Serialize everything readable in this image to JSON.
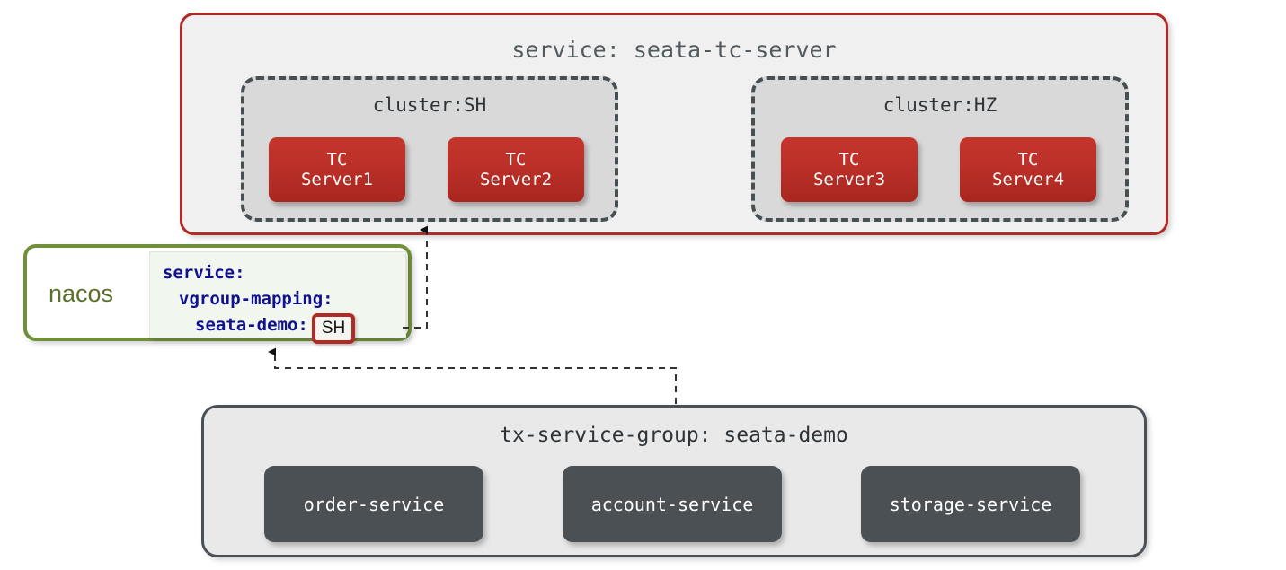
{
  "service_container": {
    "title": "service: seata-tc-server",
    "border_color": "#b02b26",
    "background": "#f0f0f0",
    "clusters": [
      {
        "title": "cluster:SH",
        "nodes": [
          {
            "line1": "TC",
            "line2": "Server1"
          },
          {
            "line1": "TC",
            "line2": "Server2"
          }
        ]
      },
      {
        "title": "cluster:HZ",
        "nodes": [
          {
            "line1": "TC",
            "line2": "Server3"
          },
          {
            "line1": "TC",
            "line2": "Server4"
          }
        ]
      }
    ],
    "node_color": "#bb3029"
  },
  "nacos": {
    "label": "nacos",
    "label_color": "#5a6f2c",
    "border_color": "#6f8f3a",
    "config": {
      "line1_key": "service",
      "line1_colon": ":",
      "line2_key": "vgroup-mapping",
      "line2_colon": ":",
      "line3_key": "seata-demo",
      "line3_colon": ":",
      "line3_value": "SH",
      "text_color": "#11118f",
      "value_border_color": "#b02b26"
    }
  },
  "tx_service_group": {
    "title": "tx-service-group: seata-demo",
    "border_color": "#4a5055",
    "background": "#e9e9e9",
    "services": [
      {
        "label": "order-service"
      },
      {
        "label": "account-service"
      },
      {
        "label": "storage-service"
      }
    ],
    "service_color": "#4a5053"
  },
  "connectors": [
    {
      "name": "sh-value-to-cluster-sh",
      "style": "dashed",
      "arrow": "up"
    },
    {
      "name": "tx-group-to-nacos",
      "style": "dashed",
      "arrow": "up"
    }
  ]
}
